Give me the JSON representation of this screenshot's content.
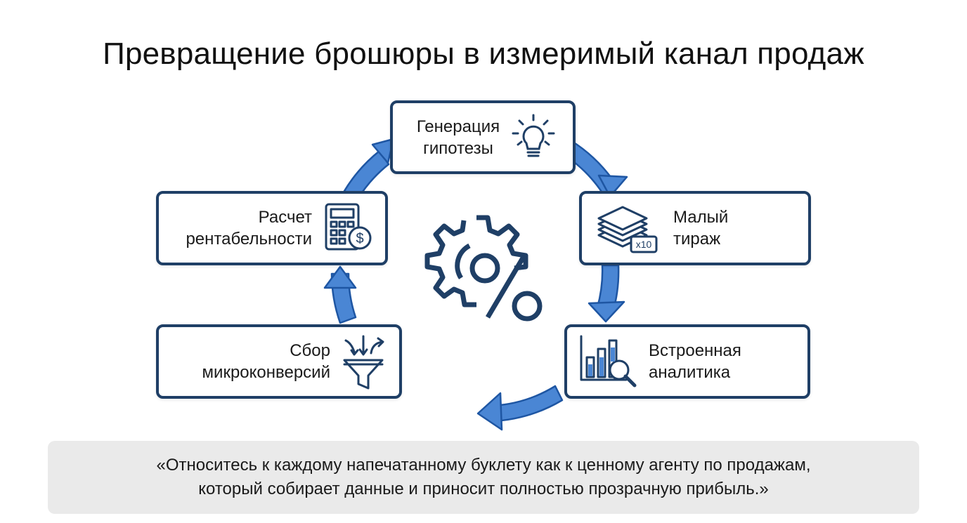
{
  "title": "Превращение брошюры в измеримый канал продаж",
  "cycle": {
    "center_icon": "gear-percent-icon",
    "steps": [
      {
        "line1": "Генерация",
        "line2": "гипотезы",
        "icon": "lightbulb-icon"
      },
      {
        "line1": "Малый",
        "line2": "тираж",
        "icon": "paper-stack-icon",
        "icon_text": "x10"
      },
      {
        "line1": "Встроенная",
        "line2": "аналитика",
        "icon": "bar-chart-magnifier-icon"
      },
      {
        "line1": "Сбор",
        "line2": "микроконверсий",
        "icon": "funnel-icon"
      },
      {
        "line1": "Расчет",
        "line2": "рентабельности",
        "icon": "calculator-dollar-icon"
      }
    ]
  },
  "quote": {
    "line1": "«Относитесь к каждому напечатанному буклету как к ценному агенту по продажам,",
    "line2": "который собирает данные и приносит полностью прозрачную прибыль.»"
  },
  "colors": {
    "arrow_fill": "#4a86d4",
    "arrow_stroke": "#1e56a3",
    "card_border": "#1f3f66",
    "icon_stroke": "#1f3f66",
    "quote_bg": "#eaeaea"
  }
}
